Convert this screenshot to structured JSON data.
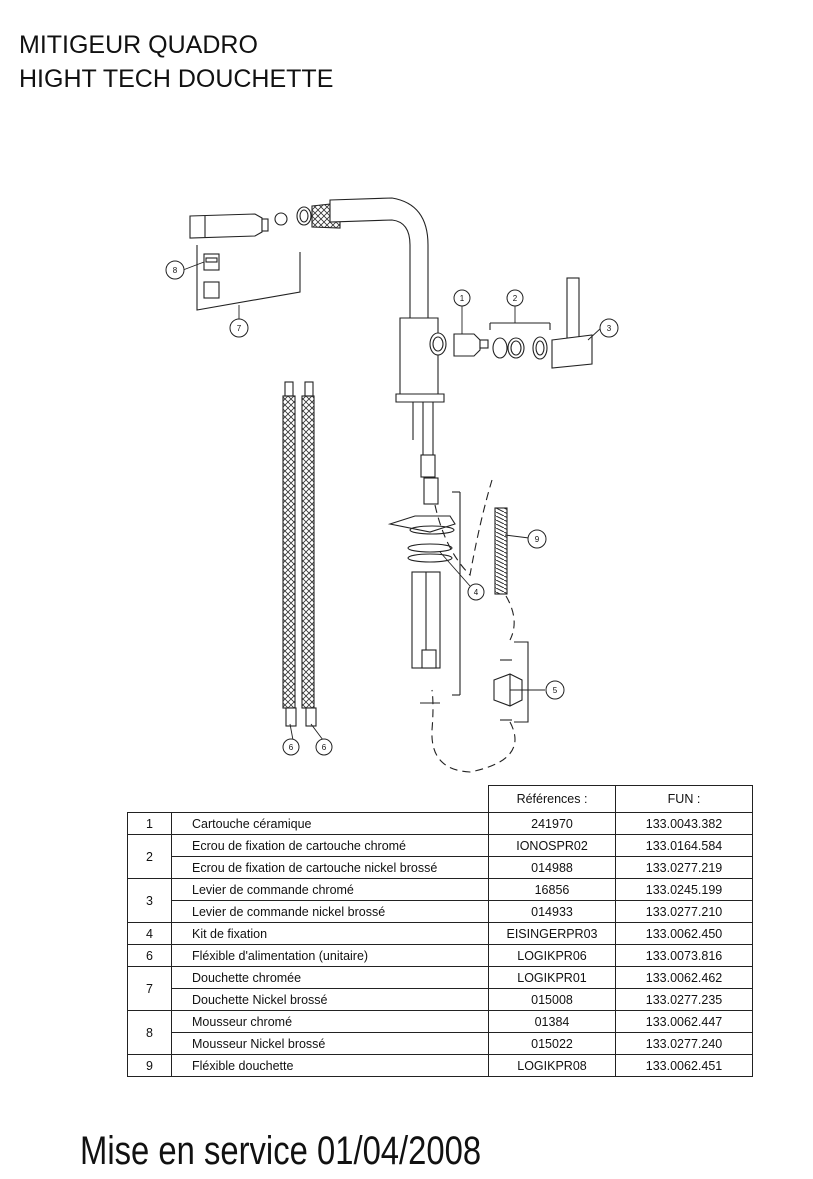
{
  "header": {
    "title_line1": "MITIGEUR QUADRO",
    "title_line2": "HIGHT TECH DOUCHETTE"
  },
  "diagram": {
    "callouts": [
      "1",
      "2",
      "3",
      "4",
      "5",
      "6",
      "6",
      "7",
      "8",
      "9"
    ]
  },
  "table": {
    "col_ref": "Références :",
    "col_fun": "FUN :",
    "groups": [
      {
        "num": "1",
        "rows": [
          {
            "desc": "Cartouche céramique",
            "ref": "241970",
            "fun": "133.0043.382"
          }
        ]
      },
      {
        "num": "2",
        "rows": [
          {
            "desc": "Ecrou de fixation de cartouche chromé",
            "ref": "IONOSPR02",
            "fun": "133.0164.584"
          },
          {
            "desc": "Ecrou de fixation de cartouche nickel brossé",
            "ref": "014988",
            "fun": "133.0277.219"
          }
        ]
      },
      {
        "num": "3",
        "rows": [
          {
            "desc": "Levier de commande chromé",
            "ref": "16856",
            "fun": "133.0245.199"
          },
          {
            "desc": "Levier de commande nickel brossé",
            "ref": "014933",
            "fun": "133.0277.210"
          }
        ]
      },
      {
        "num": "4",
        "rows": [
          {
            "desc": "Kit de fixation",
            "ref": "EISINGERPR03",
            "fun": "133.0062.450"
          }
        ]
      },
      {
        "num": "6",
        "rows": [
          {
            "desc": "Fléxible d'alimentation (unitaire)",
            "ref": "LOGIKPR06",
            "fun": "133.0073.816"
          }
        ]
      },
      {
        "num": "7",
        "rows": [
          {
            "desc": "Douchette chromée",
            "ref": "LOGIKPR01",
            "fun": "133.0062.462"
          },
          {
            "desc": "Douchette Nickel brossé",
            "ref": "015008",
            "fun": "133.0277.235"
          }
        ]
      },
      {
        "num": "8",
        "rows": [
          {
            "desc": "Mousseur chromé",
            "ref": "01384",
            "fun": "133.0062.447"
          },
          {
            "desc": "Mousseur Nickel brossé",
            "ref": "015022",
            "fun": "133.0277.240"
          }
        ]
      },
      {
        "num": "9",
        "rows": [
          {
            "desc": "Fléxible douchette",
            "ref": "LOGIKPR08",
            "fun": "133.0062.451"
          }
        ]
      }
    ]
  },
  "footer": {
    "service_date": "Mise en service 01/04/2008"
  }
}
